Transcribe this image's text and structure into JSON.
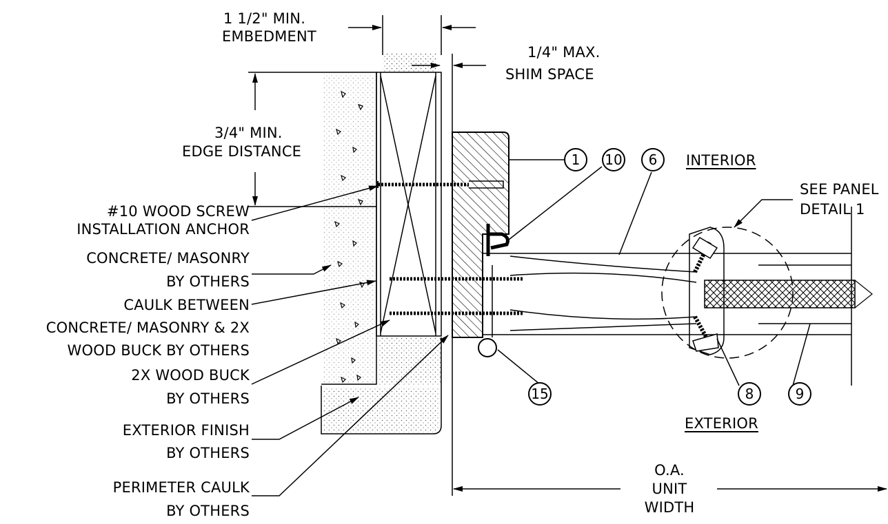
{
  "dims": {
    "embedment": [
      "1 1/2\" MIN.",
      "EMBEDMENT"
    ],
    "shim": [
      "1/4\" MAX.",
      "SHIM SPACE"
    ],
    "edge": [
      "3/4\" MIN.",
      "EDGE  DISTANCE"
    ],
    "width": [
      "O.A.",
      "UNIT",
      "WIDTH"
    ]
  },
  "callouts": {
    "screw": [
      "#10 WOOD SCREW",
      "INSTALLATION ANCHOR"
    ],
    "concrete": [
      "CONCRETE/ MASONRY",
      "BY OTHERS"
    ],
    "caulk": [
      "CAULK BETWEEN",
      "CONCRETE/ MASONRY & 2X",
      "WOOD BUCK BY OTHERS"
    ],
    "buck": [
      "2X WOOD BUCK",
      "BY OTHERS"
    ],
    "finish": [
      "EXTERIOR FINISH",
      "BY OTHERS"
    ],
    "perimeter": [
      "PERIMETER CAULK",
      "BY OTHERS"
    ],
    "panel": [
      "SEE PANEL",
      "DETAIL 1"
    ]
  },
  "sides": {
    "interior": "INTERIOR",
    "exterior": "EXTERIOR"
  },
  "bubbles": {
    "b1": "1",
    "b10": "10",
    "b6": "6",
    "b15": "15",
    "b8": "8",
    "b9": "9"
  }
}
